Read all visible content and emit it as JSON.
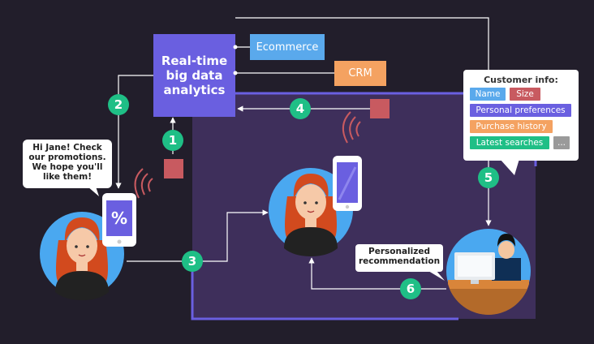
{
  "colors": {
    "background": "#221e2b",
    "panel": "#3e2f5b",
    "panel_border": "#6a5fe0",
    "analytics": "#6a5fe0",
    "ecommerce": "#5aa9ec",
    "crm": "#f4a261",
    "step_badge": "#1fbf86",
    "signal_box": "#c85a60"
  },
  "analytics_box": {
    "line1": "Real-time",
    "line2": "big data",
    "line3": "analytics"
  },
  "sources": {
    "ecommerce": "Ecommerce",
    "crm": "CRM"
  },
  "bubbles": {
    "jane_message": [
      "Hi Jane! Check",
      "our promotions.",
      "We hope you'll",
      "like them!"
    ],
    "recommendation": [
      "Personalized",
      "recommendation"
    ]
  },
  "phone_symbol": "%",
  "customer_info": {
    "title": "Customer info:",
    "tags": [
      {
        "label": "Name",
        "color": "#5aa9ec"
      },
      {
        "label": "Size",
        "color": "#c85a60"
      },
      {
        "label": "Personal preferences",
        "color": "#6a5fe0"
      },
      {
        "label": "Purchase history",
        "color": "#f4a261"
      },
      {
        "label": "Latest searches",
        "color": "#1fbf86"
      },
      {
        "label": "...",
        "color": "#9a9a9a"
      }
    ]
  },
  "steps": [
    "1",
    "2",
    "3",
    "4",
    "5",
    "6"
  ]
}
